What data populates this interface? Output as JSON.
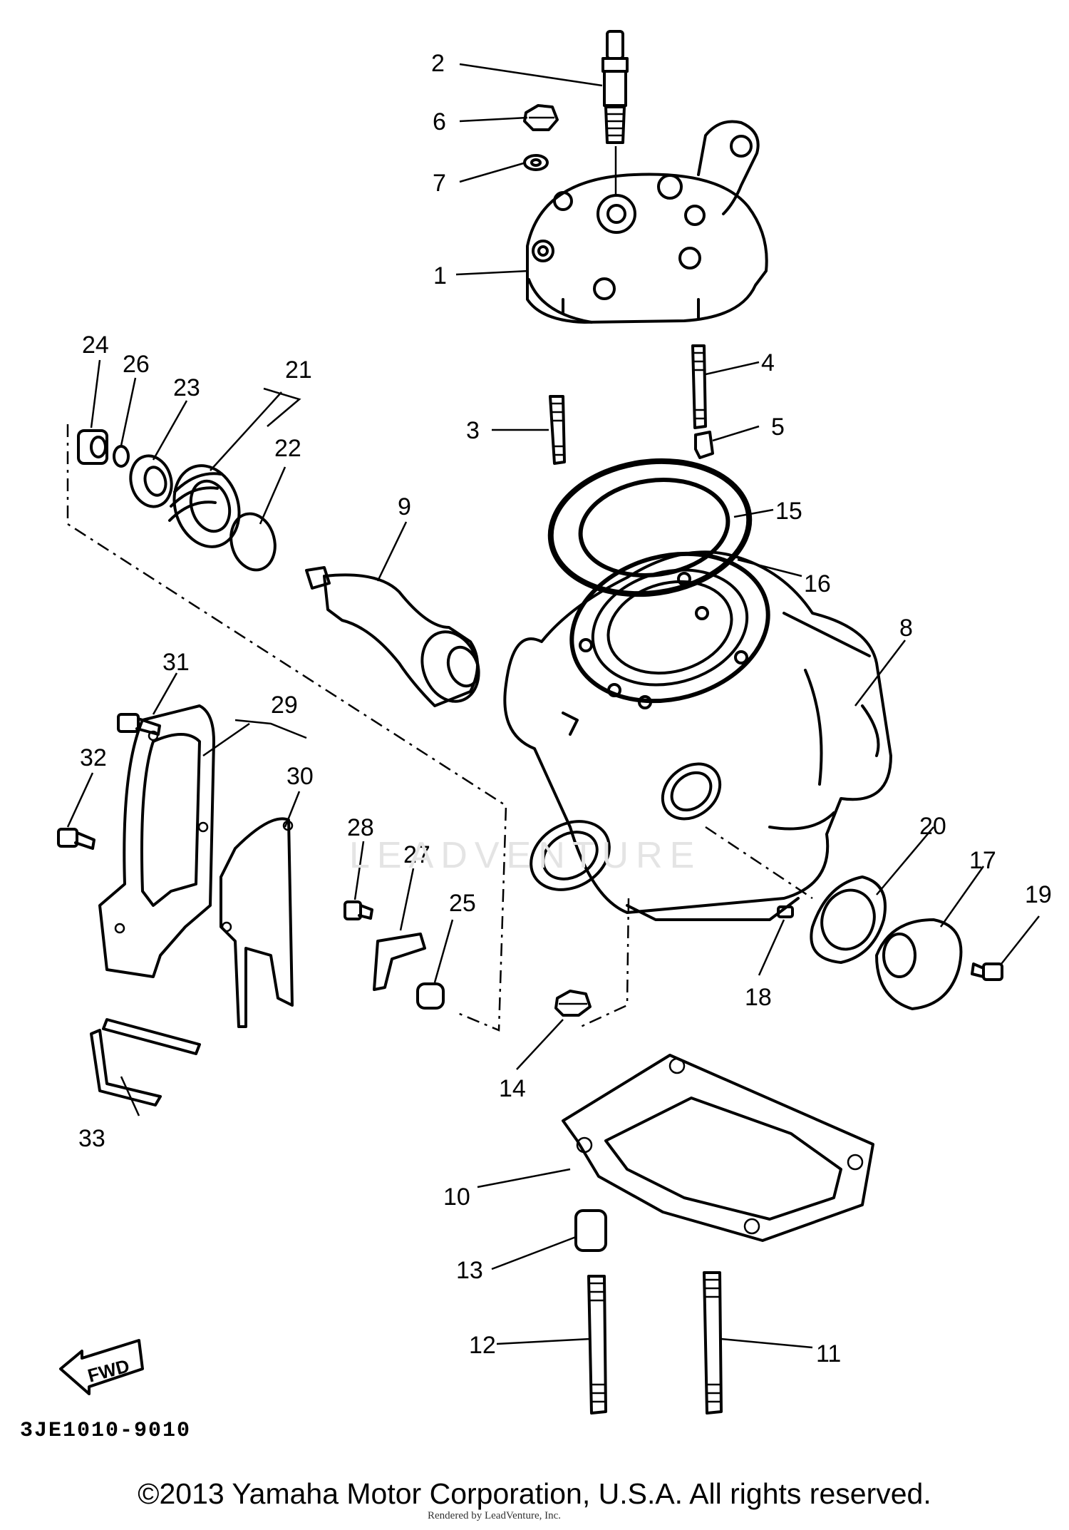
{
  "diagram": {
    "drawing_code": "3JE1010-9010",
    "fwd_label": "FWD",
    "watermark": "LEADVENTURE",
    "copyright": "©2013 Yamaha Motor Corporation, U.S.A. All rights reserved.",
    "rendered_by": "Rendered by LeadVenture, Inc.",
    "callouts": [
      "1",
      "2",
      "3",
      "4",
      "5",
      "6",
      "7",
      "8",
      "9",
      "10",
      "11",
      "12",
      "13",
      "14",
      "15",
      "16",
      "17",
      "18",
      "19",
      "20",
      "21",
      "22",
      "23",
      "24",
      "25",
      "26",
      "27",
      "28",
      "29",
      "30",
      "31",
      "32",
      "33"
    ]
  }
}
